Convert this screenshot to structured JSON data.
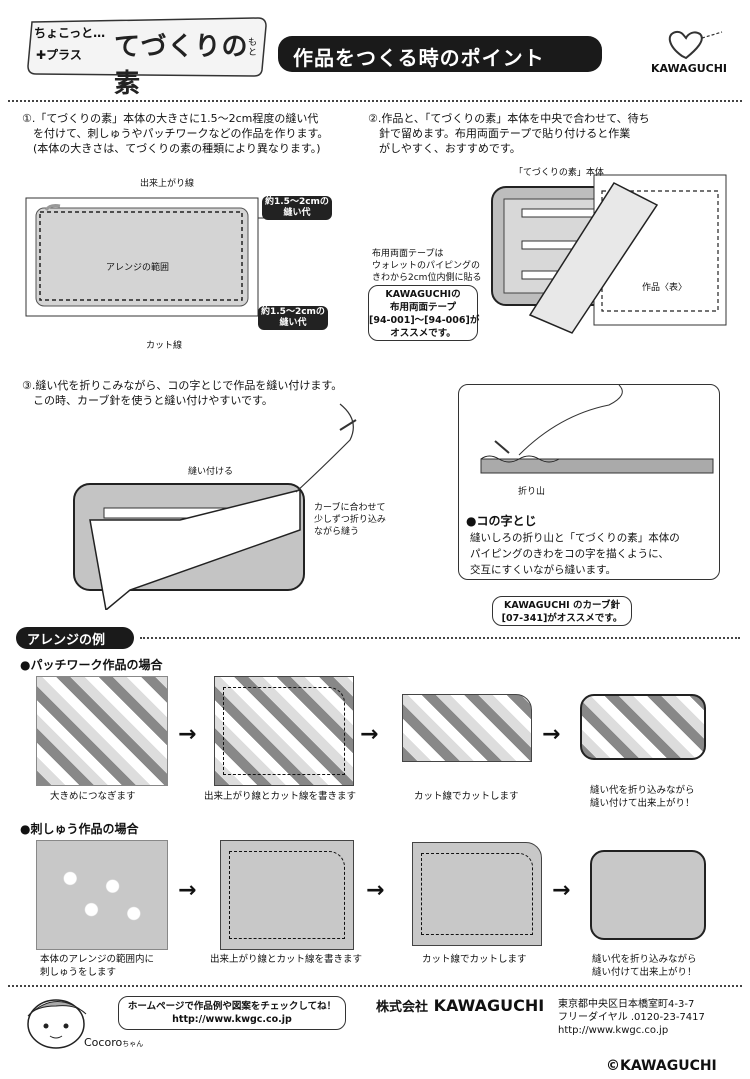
{
  "header": {
    "logo_small_top": "ちょこっと…",
    "logo_small_plus": "✚プラス",
    "logo_main": "てづくりの素",
    "logo_ruby": "もと",
    "title": "作品をつくる時のポイント",
    "brand": "KAWAGUCHI"
  },
  "step1": {
    "text": "①.「てづくりの素」本体の大きさに1.5～2cm程度の縫い代\n　を付けて、刺しゅうやパッチワークなどの作品を作ります。\n　(本体の大きさは、てづくりの素の種類により異なります。)",
    "label_finish": "出来上がり線",
    "label_range": "アレンジの範囲",
    "label_cut": "カット線",
    "seam_top": "約1.5～2cmの\n縫い代",
    "seam_bottom": "約1.5～2cmの\n縫い代"
  },
  "step2": {
    "text": "②.作品と、「てづくりの素」本体を中央で合わせて、待ち\n　針で留めます。布用両面テープで貼り付けると作業\n　がしやすく、おすすめです。",
    "label_body": "「てづくりの素」本体",
    "label_tape": "布用両面テープは\nウォレットのパイピングの\nきわから2cm位内側に貼る",
    "label_work": "作品〈表〉",
    "recommend": "KAWAGUCHIの\n布用両面テープ\n[94-001]～[94-006]が\nオススメです。"
  },
  "step3": {
    "text": "③.縫い代を折りこみながら、コの字とじで作品を縫い付けます。\n　この時、カーブ針を使うと縫い付けやすいです。",
    "label_sew": "縫い付ける",
    "label_curve": "カーブに合わせて\n少しずつ折り込み\nながら縫う",
    "label_fold": "折り山",
    "koji_title": "●コの字とじ",
    "koji_text": "縫いしろの折り山と「てづくりの素」本体の\nパイピングのきわをコの字を描くように、\n交互にすくいながら縫います。",
    "needle": "KAWAGUCHI のカーブ針\n[07-341]がオススメです。"
  },
  "arrange": {
    "heading": "アレンジの例",
    "patch_title": "●パッチワーク作品の場合",
    "patch_captions": [
      "大きめにつなぎます",
      "出来上がり線とカット線を書きます",
      "カット線でカットします",
      "縫い代を折り込みながら\n縫い付けて出来上がり！"
    ],
    "emb_title": "●刺しゅう作品の場合",
    "emb_captions": [
      "本体のアレンジの範囲内に\n刺しゅうをします",
      "出来上がり線とカット線を書きます",
      "カット線でカットします",
      "縫い代を折り込みながら\n縫い付けて出来上がり！"
    ]
  },
  "footer": {
    "bubble": "ホームページで作品例や図案をチェックしてね！\nhttp://www.kwgc.co.jp",
    "mascot": "Cocoro",
    "mascot_suffix": "ちゃん",
    "company_prefix": "株式会社",
    "company": "KAWAGUCHI",
    "address": "東京都中央区日本橋室町4-3-7\nフリーダイヤル .0120-23-7417\nhttp://www.kwgc.co.jp",
    "copyright": "©KAWAGUCHI"
  }
}
